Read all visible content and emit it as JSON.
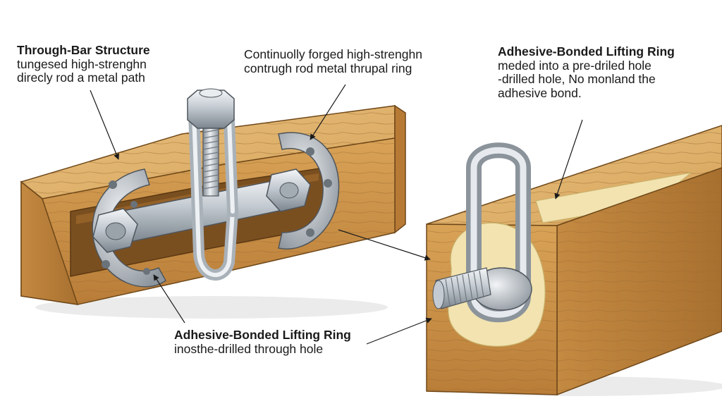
{
  "labels": {
    "top_left": {
      "title": "Through-Bar Structure",
      "line1": "tungesed high-strenghn",
      "line2": "direcly rod a metal path"
    },
    "top_center": {
      "line1": "Continuolly forged high-strenghn",
      "line2": "contrugh rod metal thrupal ring"
    },
    "top_right": {
      "title": "Adhesive-Bonded Lifting Ring",
      "line1": "meded into a pre-driled hole",
      "line2": "-drilled hole, No monland the",
      "line3": "adhesive bond."
    },
    "bottom_center": {
      "title": "Adhesive-Bonded Lifting Ring",
      "line1": "inosthe-drilled through hole"
    }
  },
  "colors": {
    "wood_light": "#e3b46b",
    "wood_mid": "#c8893f",
    "wood_dark": "#8a5a26",
    "metal_light": "#eef1f4",
    "metal_mid": "#b9c1c9",
    "metal_dark": "#6f7780",
    "adhesive": "#f2e3b0",
    "ink": "#1a1a1a"
  }
}
